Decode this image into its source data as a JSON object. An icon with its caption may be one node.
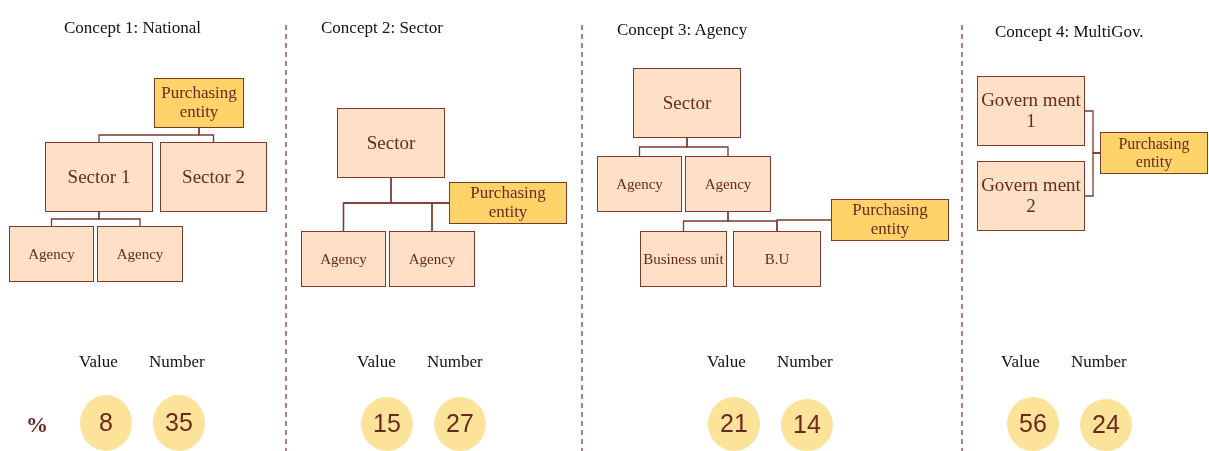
{
  "diagram": {
    "nodes": [
      {
        "text": [
          "Purchasing entity"
        ]
      },
      {
        "text": [
          "Sector 1"
        ]
      },
      {
        "text": [
          "Sector 2"
        ]
      },
      {
        "text": [
          "Agency"
        ]
      },
      {
        "text": [
          "Agency"
        ]
      },
      {
        "text": [
          "Sector"
        ]
      },
      {
        "text": [
          "Purchasing entity"
        ]
      },
      {
        "text": [
          "Agency"
        ]
      },
      {
        "text": [
          "Agency"
        ]
      },
      {
        "text": [
          "Sector"
        ]
      },
      {
        "text": [
          "Agency"
        ]
      },
      {
        "text": [
          "Agency"
        ]
      },
      {
        "text": [
          "Purchasing entity"
        ]
      },
      {
        "text": [
          "Business unit"
        ]
      },
      {
        "text": [
          "B.U"
        ]
      },
      {
        "text": [
          "Govern ment 1"
        ]
      },
      {
        "text": [
          "Govern ment 2"
        ]
      },
      {
        "text": [
          "Purchasing entity"
        ]
      },
      {
        "text": [
          "8"
        ]
      },
      {
        "text": [
          "35"
        ]
      },
      {
        "text": [
          "15"
        ]
      },
      {
        "text": [
          "27"
        ]
      },
      {
        "text": [
          "21"
        ]
      },
      {
        "text": [
          "14"
        ]
      },
      {
        "text": [
          "56"
        ]
      },
      {
        "text": [
          "24"
        ]
      }
    ],
    "edges": [
      {
        "from": 0,
        "to": 1,
        "arrow": "none"
      },
      {
        "from": 0,
        "to": 2,
        "arrow": "none"
      },
      {
        "from": 1,
        "to": 3,
        "arrow": "none"
      },
      {
        "from": 1,
        "to": 4,
        "arrow": "none"
      },
      {
        "from": 5,
        "to": 7,
        "arrow": "none"
      },
      {
        "from": 5,
        "to": 8,
        "arrow": "none"
      },
      {
        "from": 6,
        "to": 7,
        "arrow": "none"
      },
      {
        "from": 6,
        "to": 8,
        "arrow": "none"
      },
      {
        "from": 9,
        "to": 10,
        "arrow": "none"
      },
      {
        "from": 9,
        "to": 11,
        "arrow": "none"
      },
      {
        "from": 11,
        "to": 13,
        "arrow": "none"
      },
      {
        "from": 11,
        "to": 14,
        "arrow": "none"
      },
      {
        "from": 12,
        "to": 14,
        "arrow": "none"
      },
      {
        "from": 15,
        "to": 17,
        "arrow": "none"
      },
      {
        "from": 16,
        "to": 17,
        "arrow": "none"
      }
    ],
    "labels": [
      "Concept 1: National",
      "Concept 2: Sector",
      "Concept 3: Agency",
      "Concept 4: MultiGov.",
      "Value",
      "Number",
      "%",
      "Value",
      "Number",
      "Value",
      "Number",
      "Value",
      "Number"
    ]
  }
}
